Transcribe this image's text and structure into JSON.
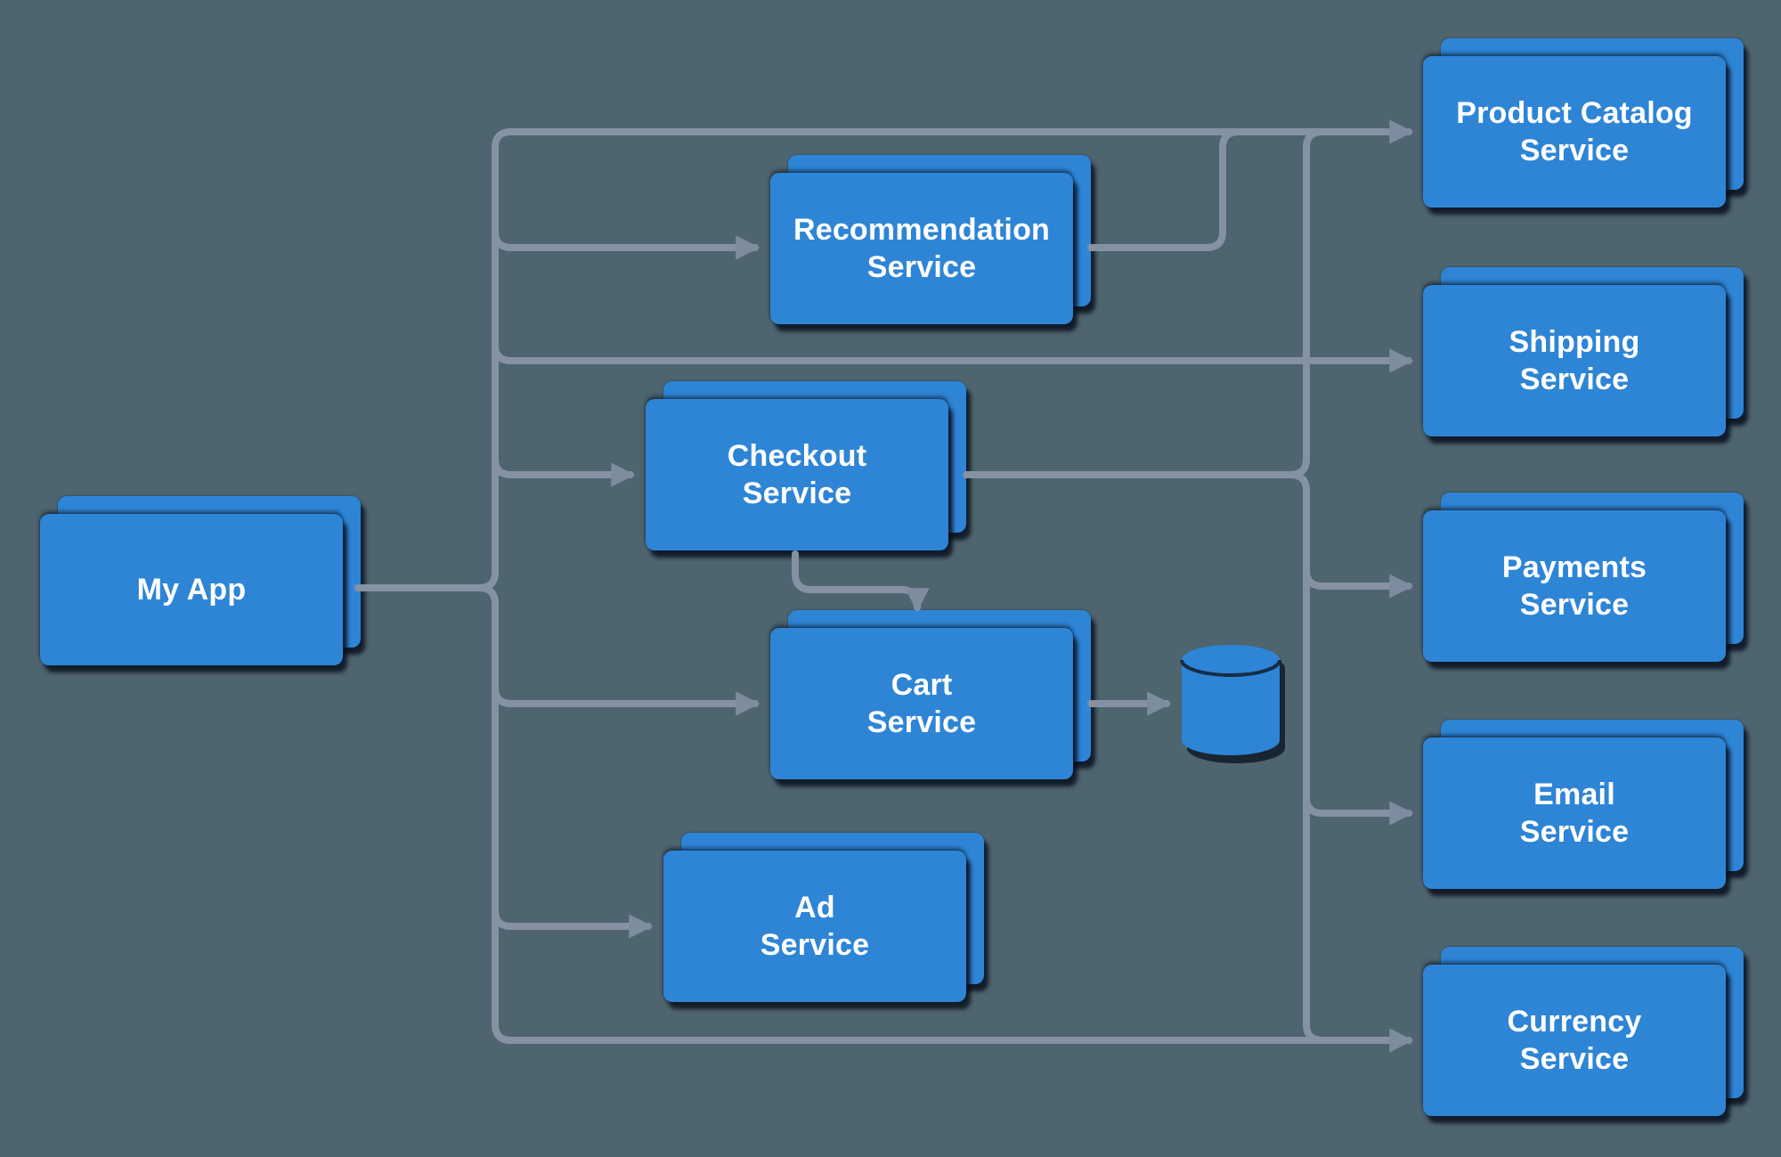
{
  "nodes": {
    "my_app": {
      "line1": "My App"
    },
    "recommendation": {
      "line1": "Recommendation",
      "line2": "Service"
    },
    "checkout": {
      "line1": "Checkout",
      "line2": "Service"
    },
    "cart": {
      "line1": "Cart",
      "line2": "Service"
    },
    "ad": {
      "line1": "Ad",
      "line2": "Service"
    },
    "product_catalog": {
      "line1": "Product Catalog",
      "line2": "Service"
    },
    "shipping": {
      "line1": "Shipping",
      "line2": "Service"
    },
    "payments": {
      "line1": "Payments",
      "line2": "Service"
    },
    "email": {
      "line1": "Email",
      "line2": "Service"
    },
    "currency": {
      "line1": "Currency",
      "line2": "Service"
    }
  },
  "icons": {
    "database": "database-cylinder-icon"
  },
  "edges": [
    {
      "from": "my_app",
      "to": "product_catalog"
    },
    {
      "from": "my_app",
      "to": "recommendation"
    },
    {
      "from": "my_app",
      "to": "shipping"
    },
    {
      "from": "my_app",
      "to": "checkout"
    },
    {
      "from": "my_app",
      "to": "cart"
    },
    {
      "from": "my_app",
      "to": "ad"
    },
    {
      "from": "my_app",
      "to": "currency"
    },
    {
      "from": "recommendation",
      "to": "product_catalog"
    },
    {
      "from": "checkout",
      "to": "cart"
    },
    {
      "from": "checkout",
      "to": "product_catalog"
    },
    {
      "from": "checkout",
      "to": "payments"
    },
    {
      "from": "checkout",
      "to": "email"
    },
    {
      "from": "checkout",
      "to": "currency"
    },
    {
      "from": "cart",
      "to": "database"
    }
  ],
  "colors": {
    "background": "#4e646e",
    "node_fill": "#2e85d6",
    "connector": "#8492a3",
    "arrowhead": "#7d8c9e",
    "shadow": "#081d2e",
    "text": "#ffffff"
  }
}
